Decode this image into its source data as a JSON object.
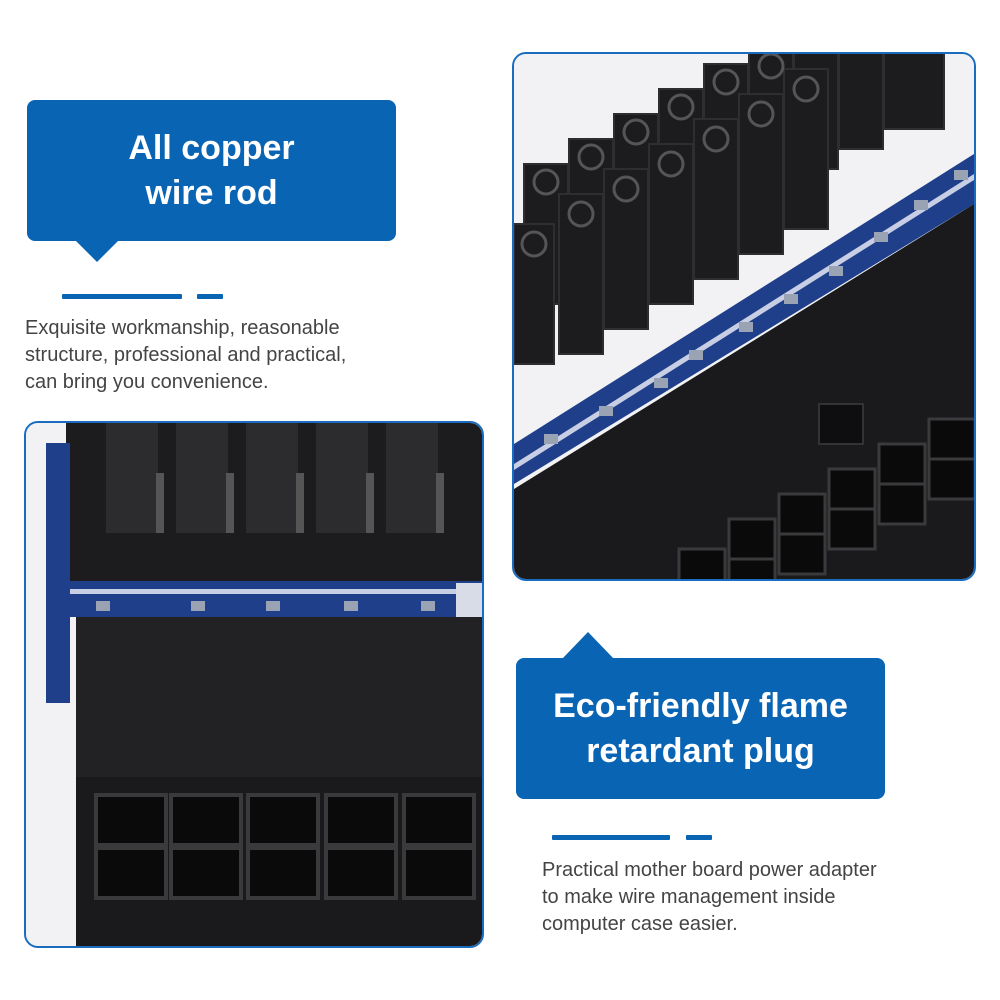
{
  "features": [
    {
      "title_line1": "All copper",
      "title_line2": "wire rod",
      "description_lines": [
        "Exquisite workmanship, reasonable",
        "structure, professional and practical,",
        "can bring you convenience."
      ]
    },
    {
      "title_line1": "Eco-friendly flame",
      "title_line2": "retardant plug",
      "description_lines": [
        "Practical mother board power adapter",
        "to make wire management inside",
        "computer case easier."
      ]
    }
  ],
  "colors": {
    "accent": "#0a64b4",
    "body_text": "#444444",
    "connector": "#1c1c1e"
  }
}
